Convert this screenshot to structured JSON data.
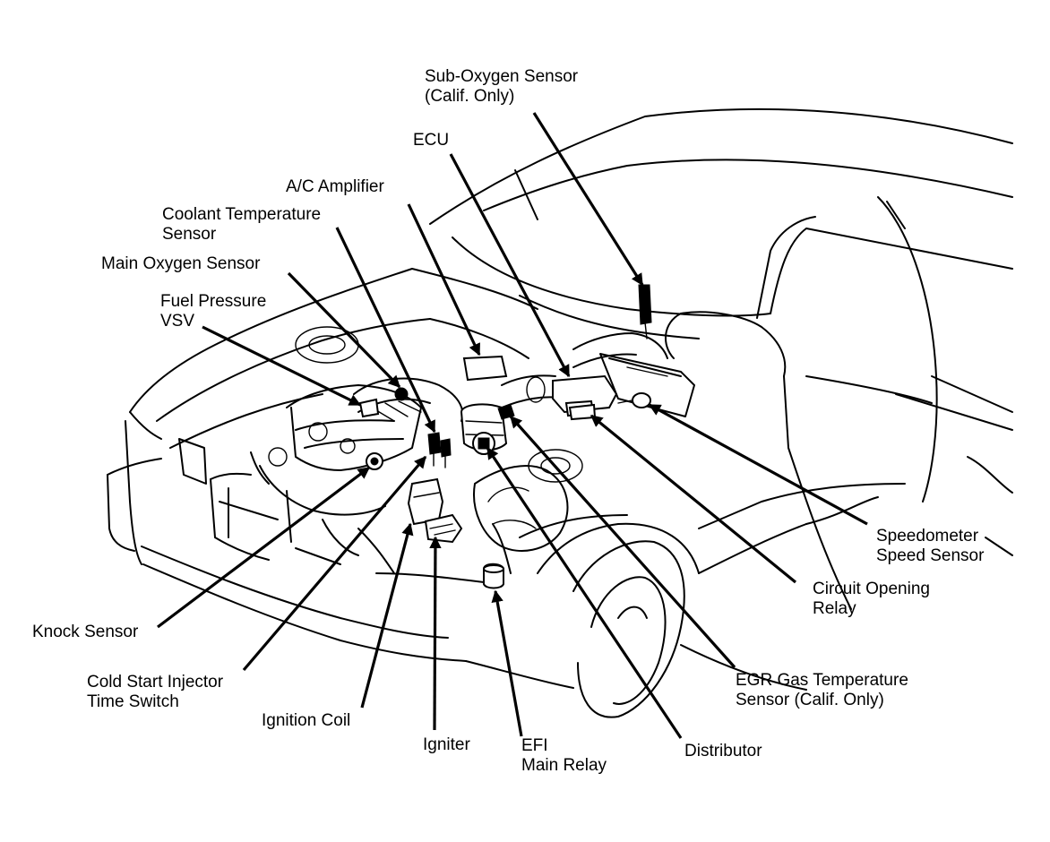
{
  "labels": {
    "sub_oxygen_sensor": [
      "Sub-Oxygen Sensor",
      "(Calif. Only)"
    ],
    "ecu": [
      "ECU"
    ],
    "ac_amplifier": [
      "A/C Amplifier"
    ],
    "coolant_temperature_sensor": [
      "Coolant Temperature",
      "Sensor"
    ],
    "main_oxygen_sensor": [
      "Main Oxygen Sensor"
    ],
    "fuel_pressure_vsv": [
      "Fuel Pressure",
      "VSV"
    ],
    "speedometer_speed_sensor": [
      "Speedometer",
      "Speed Sensor"
    ],
    "circuit_opening_relay": [
      "Circuit Opening",
      "Relay"
    ],
    "egr_gas_temperature_sensor": [
      "EGR Gas Temperature",
      "Sensor (Calif. Only)"
    ],
    "distributor": [
      "Distributor"
    ],
    "efi_main_relay": [
      "EFI",
      "Main Relay"
    ],
    "igniter": [
      "Igniter"
    ],
    "ignition_coil": [
      "Ignition Coil"
    ],
    "cold_start_injector_time_switch": [
      "Cold Start Injector",
      "Time Switch"
    ],
    "knock_sensor": [
      "Knock Sensor"
    ]
  }
}
